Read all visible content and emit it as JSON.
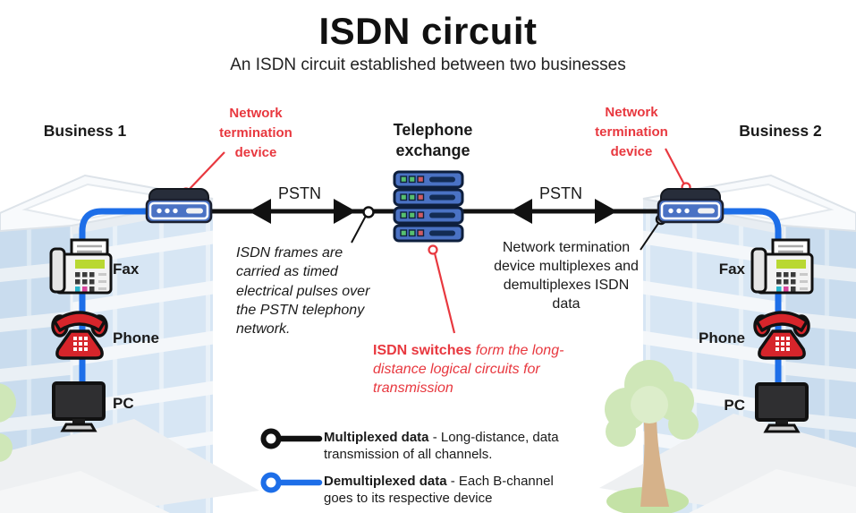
{
  "title": "ISDN circuit",
  "subtitle": "An ISDN circuit established between two businesses",
  "colors": {
    "accent_red": "#e8383f",
    "cable_blue": "#1d6ee8",
    "line_black": "#111111",
    "server_blue": "#4a72c4"
  },
  "businesses": {
    "left": "Business 1",
    "right": "Business 2"
  },
  "network_termination_label": "Network termination device",
  "exchange_label": "Telephone exchange",
  "pstn_label": "PSTN",
  "devices": {
    "fax": "Fax",
    "phone": "Phone",
    "pc": "PC"
  },
  "annotations": {
    "isdn_frames": "ISDN frames are carried as timed electrical pulses over the PSTN telephony network.",
    "isdn_switches_term": "ISDN switches",
    "isdn_switches_rest": "form the long-distance logical circuits for transmission",
    "nt_function": "Network termination device multiplexes and demultiplexes ISDN data"
  },
  "legend": [
    {
      "icon": "black-line-node-icon",
      "term": "Multiplexed data",
      "description": "- Long-distance, data transmission of all channels."
    },
    {
      "icon": "blue-line-node-icon",
      "term": "Demultiplexed data",
      "description": "- Each B-channel goes to its respective device"
    }
  ],
  "icons": {
    "network_termination": "modem-icon",
    "telephone_exchange": "server-rack-icon",
    "fax": "fax-machine-icon",
    "phone": "red-telephone-icon",
    "pc": "desktop-monitor-icon",
    "building": "office-building-icon",
    "tree": "tree-icon"
  }
}
